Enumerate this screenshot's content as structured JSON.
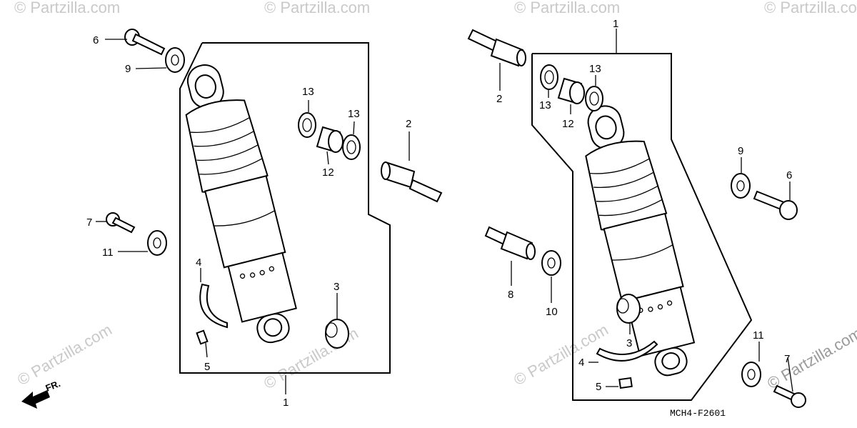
{
  "diagram": {
    "code": "MCH4-F2601",
    "direction_label": "FR.",
    "watermark": "© Partzilla.com",
    "watermark_corner": "© Partzilla.com"
  },
  "left_callouts": {
    "c6": "6",
    "c9": "9",
    "c7": "7",
    "c11": "11",
    "c4": "4",
    "c5": "5",
    "c1": "1",
    "c13a": "13",
    "c13b": "13",
    "c12": "12",
    "c2": "2",
    "c3": "3"
  },
  "right_callouts": {
    "c1": "1",
    "c2": "2",
    "c13a": "13",
    "c12": "12",
    "c13b": "13",
    "c9": "9",
    "c6": "6",
    "c8": "8",
    "c10": "10",
    "c3": "3",
    "c4": "4",
    "c5": "5",
    "c11": "11",
    "c7": "7"
  },
  "icons": [
    "fr-arrow-icon"
  ]
}
